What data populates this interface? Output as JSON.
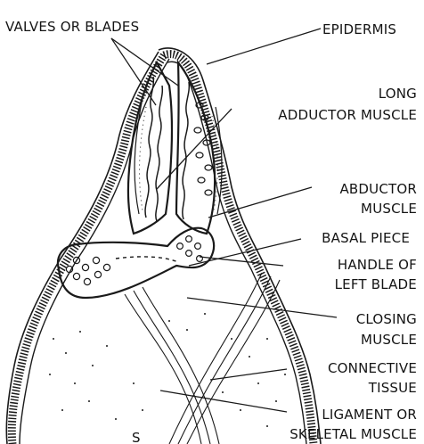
{
  "figure": {
    "ink_color": "#1a1a1a",
    "background": "#ffffff",
    "labels": {
      "valves": "VALVES OR BLADES",
      "epidermis": "EPIDERMIS",
      "long_adductor_1": "LONG",
      "long_adductor_2": "ADDUCTOR MUSCLE",
      "abductor_1": "ABDUCTOR",
      "abductor_2": "MUSCLE",
      "basal_piece": "BASAL PIECE",
      "handle_1": "HANDLE OF",
      "handle_2": "LEFT BLADE",
      "closing_1": "CLOSING",
      "closing_2": "MUSCLE",
      "connective_1": "CONNECTIVE",
      "connective_2": "TISSUE",
      "ligament_1": "LIGAMENT OR",
      "ligament_2": "SKELETAL MUSCLE",
      "bottom_letter": "S"
    }
  }
}
